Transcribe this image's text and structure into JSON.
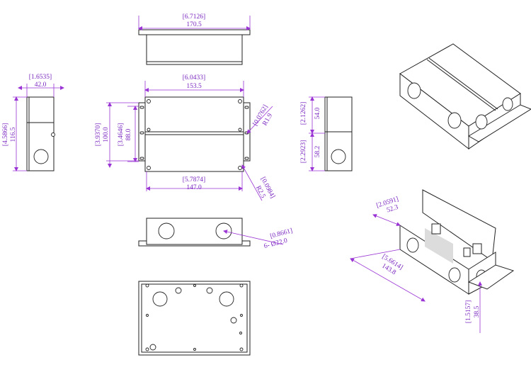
{
  "top_view": {
    "inch": "[6.7126]",
    "mm": "170.5"
  },
  "front_view": {
    "width_inch": "[6.0433]",
    "width_mm": "153.5",
    "height_inch": "[3.9370]",
    "height_mm": "100.0",
    "inner_height_inch": "[3.4646]",
    "inner_height_mm": "88.0",
    "bottom_width_inch": "[5.7874]",
    "bottom_width_mm": "147.0",
    "slot_inch": "[0.0762]",
    "slot_mm": "R1.9",
    "hole_inch": "[0.0984]",
    "hole_mm": "R2.5"
  },
  "left_view": {
    "width_inch": "[1.6535]",
    "width_mm": "42.0",
    "height_inch": "[4.5866]",
    "height_mm": "116.5"
  },
  "right_view": {
    "upper_inch": "[2.1262]",
    "upper_mm": "54.0",
    "lower_inch": "[2.2923]",
    "lower_mm": "58.2"
  },
  "bottom_view": {
    "hole_inch": "[0.8661]",
    "hole_mm": "6- Ø22.0"
  },
  "iso_open": {
    "depth_inch": "[2.0591]",
    "depth_mm": "52.3",
    "length_inch": "[5.6614]",
    "length_mm": "143.8",
    "flange_inch": "[1.5157]",
    "flange_mm": "38.5"
  }
}
